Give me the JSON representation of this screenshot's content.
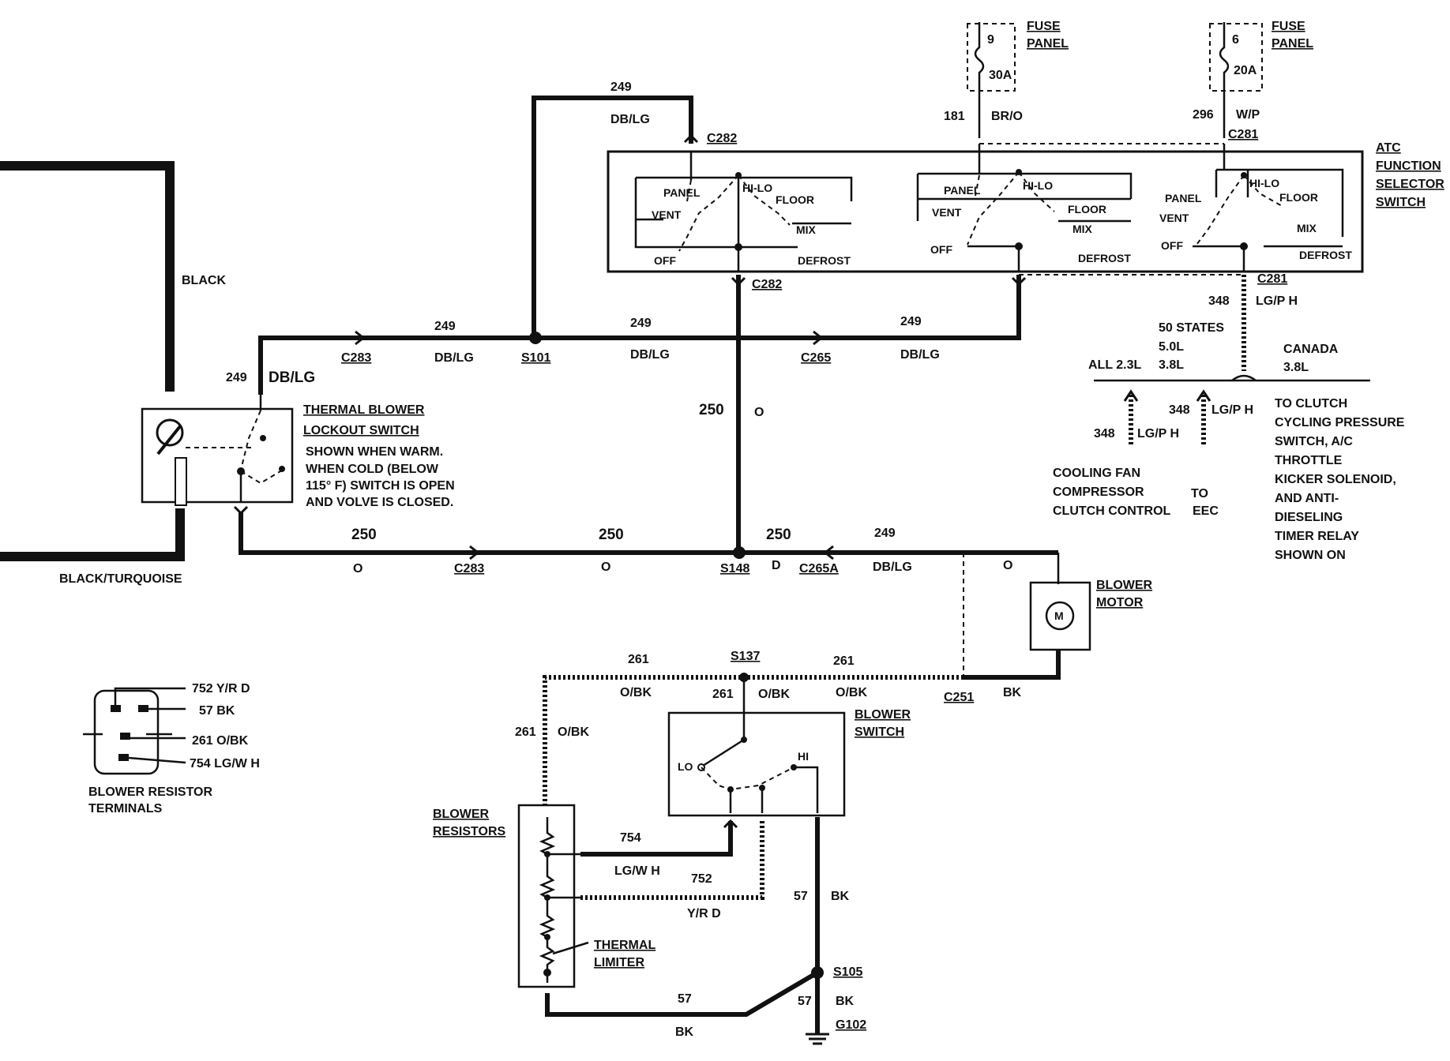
{
  "left_wires": {
    "top_label": "BLACK",
    "bottom_label": "BLACK/TURQUOISE"
  },
  "thermal_switch": {
    "title_line1": "THERMAL BLOWER",
    "title_line2": "LOCKOUT SWITCH",
    "note": [
      "SHOWN WHEN WARM.",
      "WHEN COLD (BELOW",
      "115° F) SWITCH IS OPEN",
      "AND VOLVE IS CLOSED."
    ],
    "input_circuit": "249",
    "input_color": "DB/LG"
  },
  "fuses": [
    {
      "label_line1": "FUSE",
      "label_line2": "PANEL",
      "number": "9",
      "rating": "30A",
      "circuit": "181",
      "color": "BR/O"
    },
    {
      "label_line1": "FUSE",
      "label_line2": "PANEL",
      "number": "6",
      "rating": "20A",
      "circuit": "296",
      "color": "W/P"
    }
  ],
  "atc_switch": {
    "title": [
      "ATC",
      "FUNCTION",
      "SELECTOR",
      "SWITCH"
    ],
    "positions": {
      "panel": "PANEL",
      "hilo": "HI-LO",
      "floor": "FLOOR",
      "vent": "VENT",
      "mix": "MIX",
      "off": "OFF",
      "defrost": "DEFROST"
    }
  },
  "connectors": {
    "c282": "C282",
    "c281": "C281",
    "c283": "C283",
    "c265": "C265",
    "c265a": "C265A",
    "s101": "S101",
    "s148": "S148",
    "s137": "S137",
    "c251": "C251",
    "s105": "S105",
    "g102": "G102"
  },
  "circuits": {
    "c249": "249",
    "dblg": "DB/LG",
    "c250": "250",
    "o": "O",
    "d": "D",
    "c348": "348",
    "lgph": "LG/P H",
    "c261": "261",
    "obk": "O/BK",
    "c754": "754",
    "lgwh": "LG/W H",
    "c752": "752",
    "yrd": "Y/R D",
    "c57": "57",
    "bk": "BK"
  },
  "variants": {
    "states": "50 STATES",
    "v50": "5.0L",
    "v38": "3.8L",
    "all": "ALL 2.3L",
    "canada": "CANADA",
    "canada_v": "3.8L"
  },
  "destinations": {
    "cooling": [
      "COOLING FAN",
      "COMPRESSOR",
      "CLUTCH CONTROL"
    ],
    "to_eec": [
      "TO",
      "EEC"
    ],
    "clutch": [
      "TO CLUTCH",
      "CYCLING PRESSURE",
      "SWITCH, A/C",
      "THROTTLE",
      "KICKER SOLENOID,",
      "AND ANTI-",
      "DIESELING",
      "TIMER RELAY",
      "SHOWN ON"
    ]
  },
  "blower_motor": {
    "label_line1": "BLOWER",
    "label_line2": "MOTOR",
    "symbol": "M"
  },
  "blower_switch": {
    "label_line1": "BLOWER",
    "label_line2": "SWITCH",
    "lo": "LO",
    "hi": "HI"
  },
  "blower_resistors": {
    "label_line1": "BLOWER",
    "label_line2": "RESISTORS",
    "limiter_line1": "THERMAL",
    "limiter_line2": "LIMITER"
  },
  "resistor_terminals": {
    "title_line1": "BLOWER RESISTOR",
    "title_line2": "TERMINALS",
    "pins": [
      "752 Y/R D",
      "57 BK",
      "261 O/BK",
      "754 LG/W H"
    ]
  }
}
